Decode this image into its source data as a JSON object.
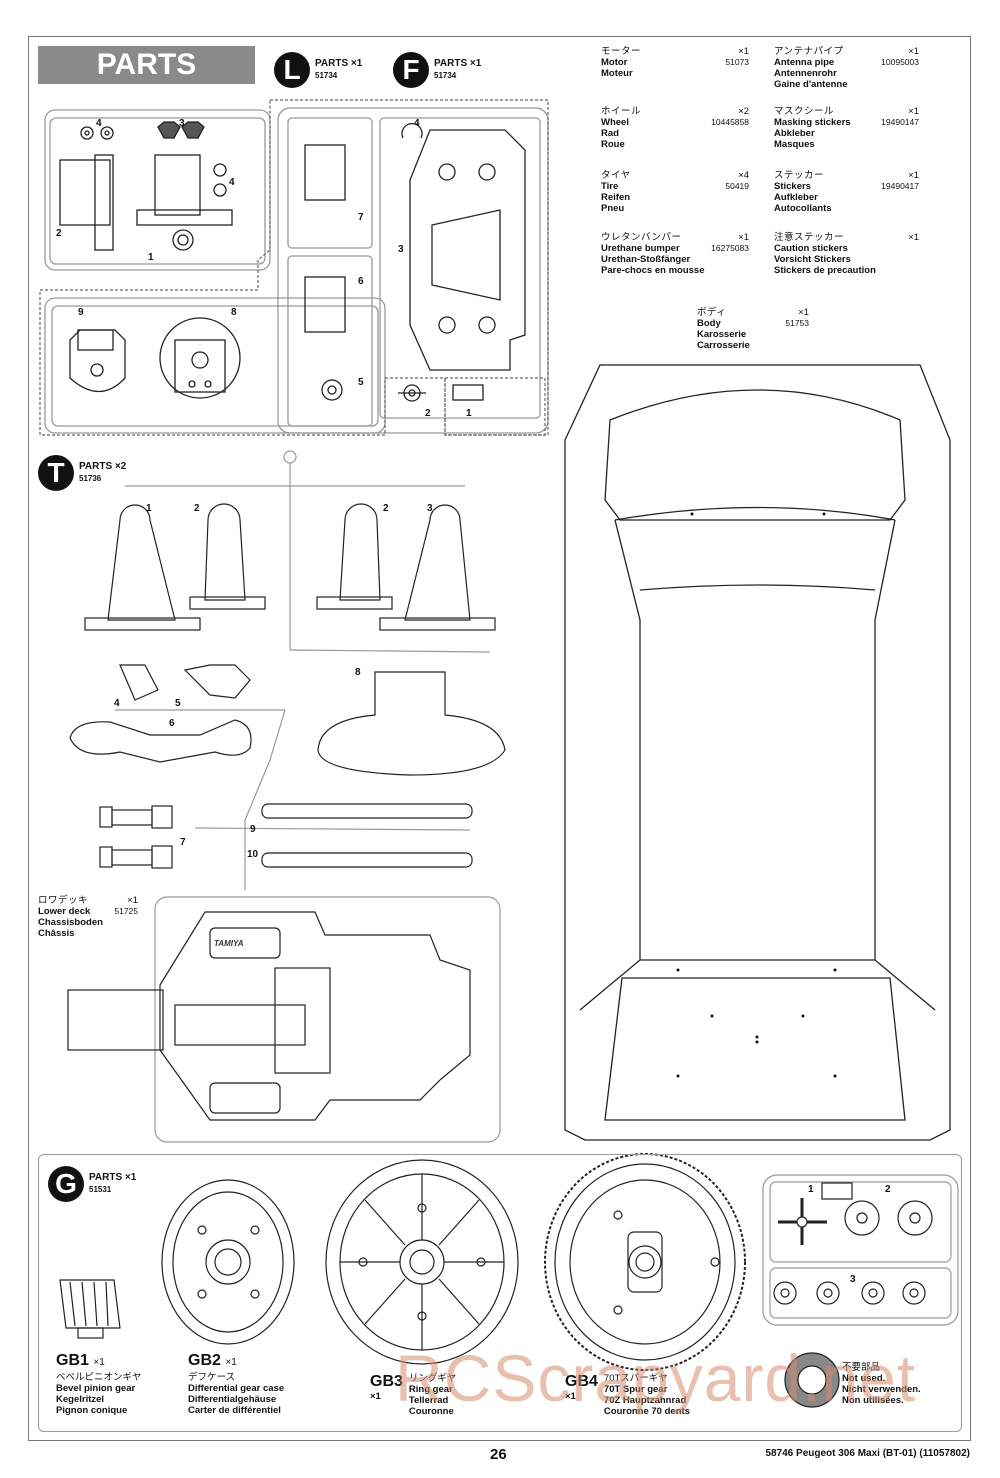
{
  "header": {
    "title": "PARTS",
    "trees": [
      {
        "letter": "L",
        "label": "PARTS ×1",
        "code": "51734"
      },
      {
        "letter": "F",
        "label": "PARTS ×1",
        "code": "51734"
      },
      {
        "letter": "T",
        "label": "PARTS ×2",
        "code": "51736"
      },
      {
        "letter": "G",
        "label": "PARTS ×1",
        "code": "51531"
      }
    ]
  },
  "parts_list": [
    {
      "jp": "モーター",
      "qty": "×1",
      "en": "Motor",
      "num": "51073",
      "de": "Moteur",
      "fr": ""
    },
    {
      "jp": "アンテナパイプ",
      "qty": "×1",
      "en": "Antenna pipe",
      "num": "10095003",
      "de": "Antennenrohr",
      "fr": "Gaine d'antenne"
    },
    {
      "jp": "ホイール",
      "qty": "×2",
      "en": "Wheel",
      "num": "10445858",
      "de": "Rad",
      "fr": "Roue"
    },
    {
      "jp": "マスクシール",
      "qty": "×1",
      "en": "Masking stickers",
      "num": "19490147",
      "de": "Abkleber",
      "fr": "Masques"
    },
    {
      "jp": "タイヤ",
      "qty": "×4",
      "en": "Tire",
      "num": "50419",
      "de": "Reifen",
      "fr": "Pneu"
    },
    {
      "jp": "ステッカー",
      "qty": "×1",
      "en": "Stickers",
      "num": "19490417",
      "de": "Aufkleber",
      "fr": "Autocollants"
    },
    {
      "jp": "ウレタンバンパー",
      "qty": "×1",
      "en": "Urethane bumper",
      "num": "16275083",
      "de": "Urethan-Stoßfänger",
      "fr": "Pare-chocs en mousse"
    },
    {
      "jp": "注意ステッカー",
      "qty": "×1",
      "en": "Caution stickers",
      "num": "",
      "de": "Vorsicht Stickers",
      "fr": "Stickers de precaution"
    }
  ],
  "body": {
    "jp": "ボディ",
    "qty": "×1",
    "en": "Body",
    "num": "51753",
    "de": "Karosserie",
    "fr": "Carrosserie"
  },
  "lower_deck": {
    "jp": "ロワデッキ",
    "qty": "×1",
    "en": "Lower deck",
    "num": "51725",
    "de": "Chassisboden",
    "fr": "Châssis",
    "logo": "TAMIYA"
  },
  "sprue_LF_numbers": [
    "4",
    "3",
    "4",
    "2",
    "1",
    "9",
    "8",
    "4",
    "7",
    "3",
    "6",
    "5",
    "2",
    "1"
  ],
  "sprue_T_numbers": [
    "1",
    "2",
    "2",
    "3",
    "4",
    "5",
    "6",
    "8",
    "7",
    "9",
    "10"
  ],
  "sprue_G_numbers": [
    "1",
    "2",
    "3"
  ],
  "gears": [
    {
      "code": "GB1",
      "qty": "×1",
      "jp": "ベベルピニオンギヤ",
      "en": "Bevel pinion gear",
      "de": "Kegelritzel",
      "fr": "Pignon conique"
    },
    {
      "code": "GB2",
      "qty": "×1",
      "jp": "デフケース",
      "en": "Differential gear case",
      "de": "Differentialgehäuse",
      "fr": "Carter de différentiel"
    },
    {
      "code": "GB3",
      "qty": "×1",
      "jp": "リングギヤ",
      "en": "Ring gear",
      "de": "Tellerrad",
      "fr": "Couronne"
    },
    {
      "code": "GB4",
      "qty": "×1",
      "jp": "70Tスパーギヤ",
      "en": "70T Spur gear",
      "de": "70Z Hauptzahnrad",
      "fr": "Couronne 70 dents"
    }
  ],
  "not_used": {
    "jp": "不要部品",
    "en": "Not used.",
    "de": "Nicht verwenden.",
    "fr": "Non utilisées."
  },
  "footer": {
    "page": "26",
    "title": "58746  Peugeot 306 Maxi (BT-01) (11057802)"
  },
  "watermark": "RCScrapyard.net"
}
